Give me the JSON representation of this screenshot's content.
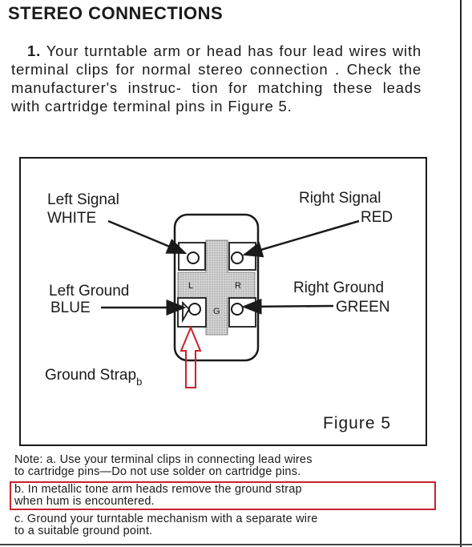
{
  "heading": "STEREO CONNECTIONS",
  "paragraph": {
    "number": "1.",
    "lines": [
      "Your turntable arm or head has four lead",
      "wires with terminal clips for normal stereo",
      "connection . Check the manufacturer's instruc-",
      "tion for matching these leads with cartridge",
      "terminal pins in Figure 5."
    ]
  },
  "figure": {
    "left_signal": "Left Signal",
    "left_signal_color": "WHITE",
    "right_signal": "Right Signal",
    "right_signal_color": "RED",
    "left_ground": "Left Ground",
    "left_ground_color": "BLUE",
    "right_ground": "Right Ground",
    "right_ground_color": "GREEN",
    "ground_strap": "Ground Strap",
    "ground_strap_sub": "b",
    "pin_l": "L",
    "pin_r": "R",
    "pin_g": "G",
    "caption": "Figure 5",
    "highlight_color": "#c8222c"
  },
  "notes": {
    "a_line1": "Note: a. Use your terminal clips in connecting lead wires",
    "a_line2": "to cartridge pins—Do not use solder on cartridge pins.",
    "b_line1": "b. In metallic tone arm heads remove the ground strap",
    "b_line2": "when hum is encountered.",
    "c_line1": "c. Ground your turntable mechanism with a separate wire",
    "c_line2": "to a suitable ground point."
  }
}
